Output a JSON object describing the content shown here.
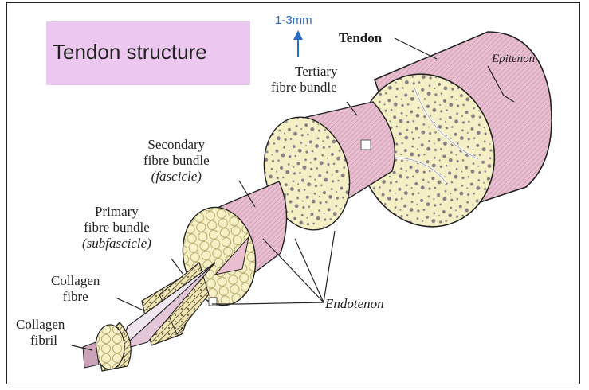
{
  "title": "Tendon structure",
  "scale_annotation": "1-3mm",
  "labels": {
    "tendon": "Tendon",
    "epitenon": "Epitenon",
    "tertiary_line1": "Tertiary",
    "tertiary_line2": "fibre bundle",
    "secondary_line1": "Secondary",
    "secondary_line2": "fibre bundle",
    "secondary_line3": "(fascicle)",
    "primary_line1": "Primary",
    "primary_line2": "fibre bundle",
    "primary_line3": "(subfascicle)",
    "collagen_fibre_line1": "Collagen",
    "collagen_fibre_line2": "fibre",
    "collagen_fibril_line1": "Collagen",
    "collagen_fibril_line2": "fibril",
    "endotenon": "Endotenon"
  },
  "colors": {
    "title_box": "#ecc8f0",
    "sheath_pink": "#e9bfd0",
    "cross_section": "#f4efc4",
    "speckle": "#8a7e86",
    "scale_arrow": "#2e6bc2"
  }
}
